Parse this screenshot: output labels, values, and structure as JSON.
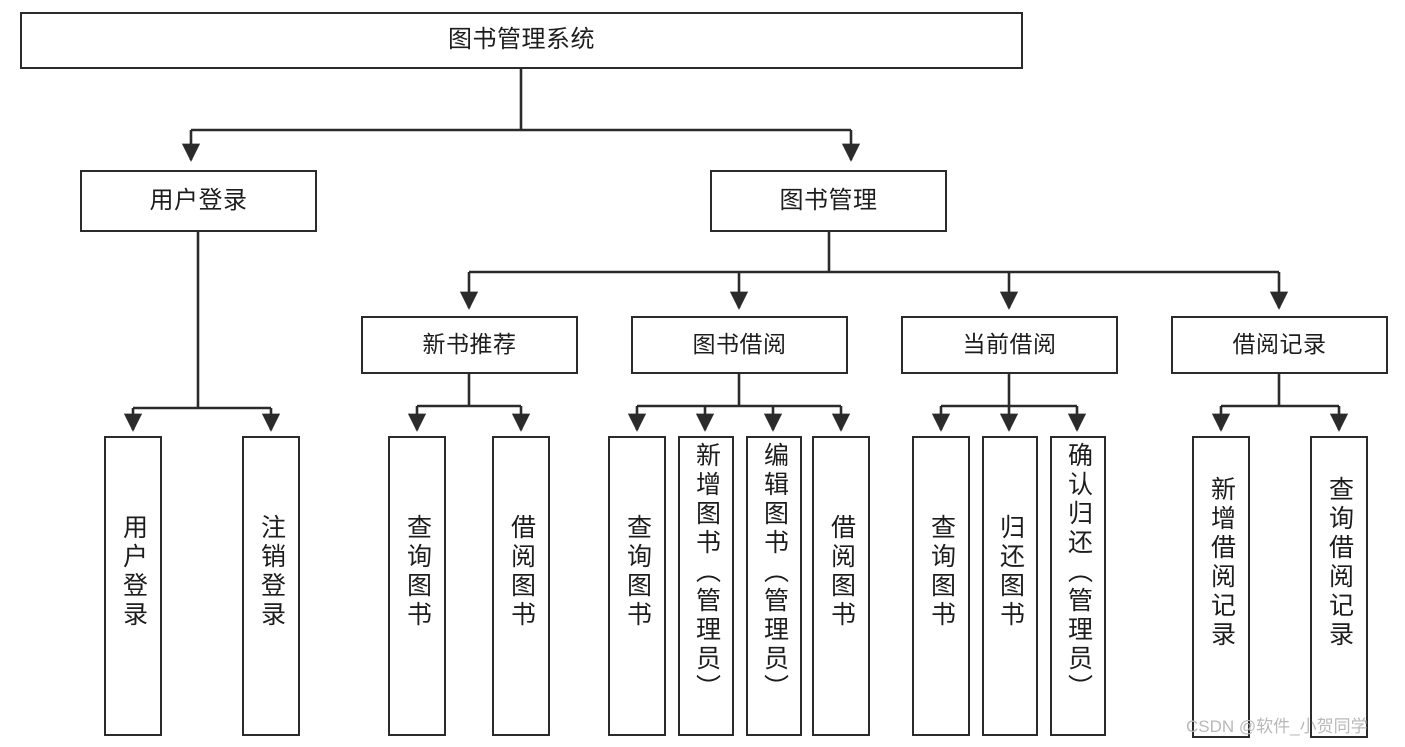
{
  "diagram": {
    "title": "图书管理系统",
    "type": "tree-hierarchy",
    "stroke_color": "#2b2b2b",
    "background_color": "#ffffff",
    "nodes": {
      "root": {
        "label": "图书管理系统"
      },
      "level2": [
        {
          "label": "用户登录"
        },
        {
          "label": "图书管理"
        }
      ],
      "level3": [
        {
          "label": "新书推荐"
        },
        {
          "label": "图书借阅"
        },
        {
          "label": "当前借阅"
        },
        {
          "label": "借阅记录"
        }
      ],
      "leaves": {
        "user_login": [
          {
            "label": "用户登录"
          },
          {
            "label": "注销登录"
          }
        ],
        "new_book_recommend": [
          {
            "label": "查询图书"
          },
          {
            "label": "借阅图书"
          }
        ],
        "book_borrow": [
          {
            "label": "查询图书"
          },
          {
            "label": "新增图书（管理员）"
          },
          {
            "label": "编辑图书（管理员）"
          },
          {
            "label": "借阅图书"
          }
        ],
        "current_borrow": [
          {
            "label": "查询图书"
          },
          {
            "label": "归还图书"
          },
          {
            "label": "确认归还（管理员）"
          }
        ],
        "borrow_record": [
          {
            "label": "新增借阅记录"
          },
          {
            "label": "查询借阅记录"
          }
        ]
      }
    }
  },
  "watermark": {
    "text": "CSDN @软件_小贺同学"
  }
}
